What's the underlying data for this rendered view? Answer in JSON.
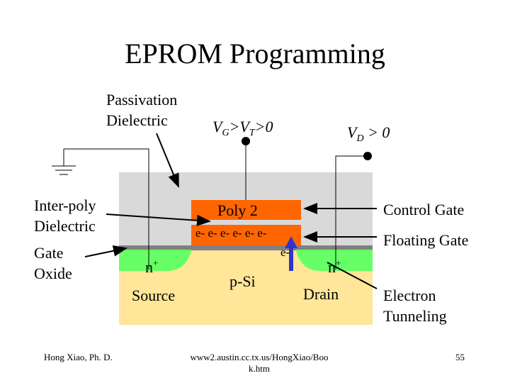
{
  "title": "EPROM Programming",
  "labels": {
    "passivation_line1": "Passivation",
    "passivation_line2": "Dielectric",
    "vg_main1": "V",
    "vg_sub1": "G",
    "vg_mid": ">V",
    "vg_sub2": "T",
    "vg_end": ">0",
    "vd_main": "V",
    "vd_sub": "D",
    "vd_end": " > 0",
    "interpoly_line1": "Inter-poly",
    "interpoly_line2": "Dielectric",
    "gate_oxide_line1": "Gate",
    "gate_oxide_line2": "Oxide",
    "poly2": "Poly 2",
    "electrons": "e- e- e- e- e- e-",
    "electron_single": "e-",
    "n_plus_left": "n",
    "n_plus_right": "n",
    "plus": "+",
    "psi": "p-Si",
    "source": "Source",
    "drain": "Drain",
    "control_gate": "Control Gate",
    "floating_gate": "Floating Gate",
    "electron_tunneling_line1": "Electron",
    "electron_tunneling_line2": "Tunneling"
  },
  "footer": {
    "author": "Hong Xiao, Ph. D.",
    "url_line1": "www2.austin.cc.tx.us/HongXiao/Boo",
    "url_line2": "k.htm",
    "page": "55"
  },
  "colors": {
    "passivation": "#d9d9d9",
    "poly": "#ff6600",
    "oxide": "#808080",
    "substrate": "#ffe699",
    "n_region": "#66ff66",
    "arrow": "#3333cc"
  }
}
